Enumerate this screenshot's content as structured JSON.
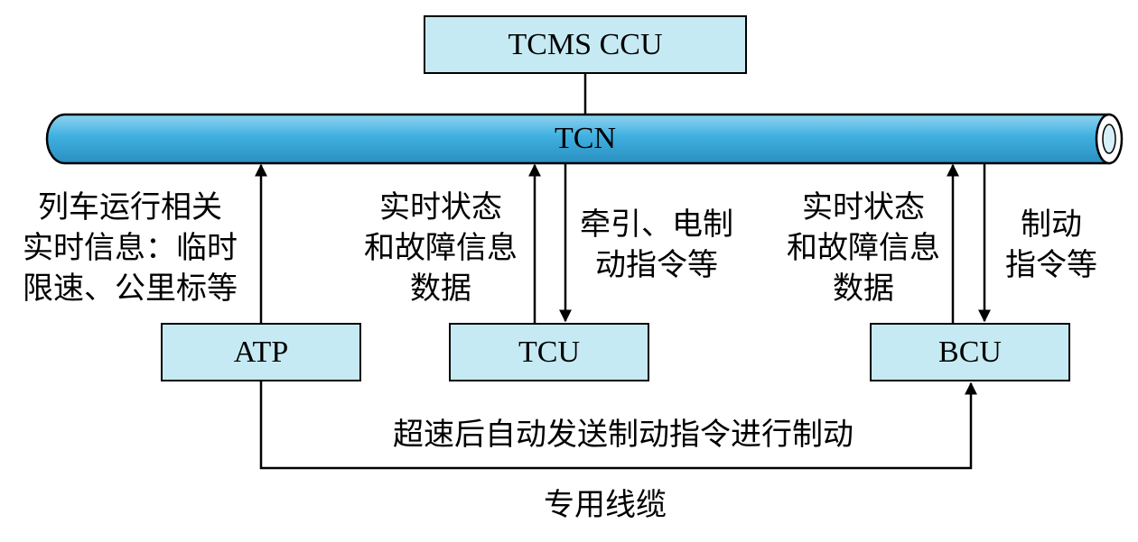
{
  "nodes": {
    "tcms_ccu": "TCMS CCU",
    "tcn": "TCN",
    "atp": "ATP",
    "tcu": "TCU",
    "bcu": "BCU"
  },
  "labels": {
    "atp_to_tcn": "列车运行相关\n实时信息：临时\n限速、公里标等",
    "tcu_to_tcn": "实时状态\n和故障信息\n数据",
    "tcn_to_tcu": "牵引、电制\n动指令等",
    "bcu_to_tcn": "实时状态\n和故障信息\n数据",
    "tcn_to_bcu": "制动\n指令等",
    "atp_to_bcu": "超速后自动发送制动指令进行制动",
    "cable": "专用线缆"
  },
  "colors": {
    "box_fill": "#c6eaf3",
    "bus_fill": "#3fb0e0",
    "line": "#000000"
  }
}
